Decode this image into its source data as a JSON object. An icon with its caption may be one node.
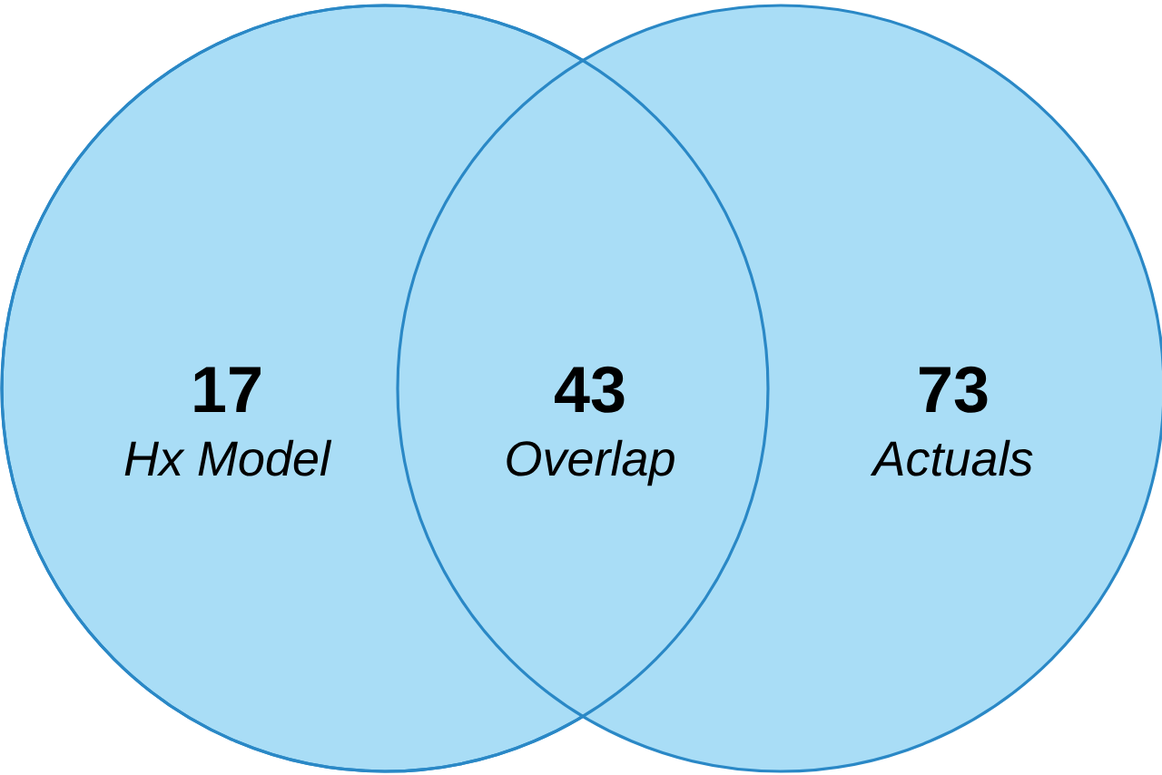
{
  "diagram": {
    "nodes": [
      {
        "text": [
          "17",
          "Hx Model"
        ]
      },
      {
        "text": [
          "73",
          "Actuals"
        ]
      }
    ],
    "labels": [
      "43",
      "Overlap"
    ]
  }
}
